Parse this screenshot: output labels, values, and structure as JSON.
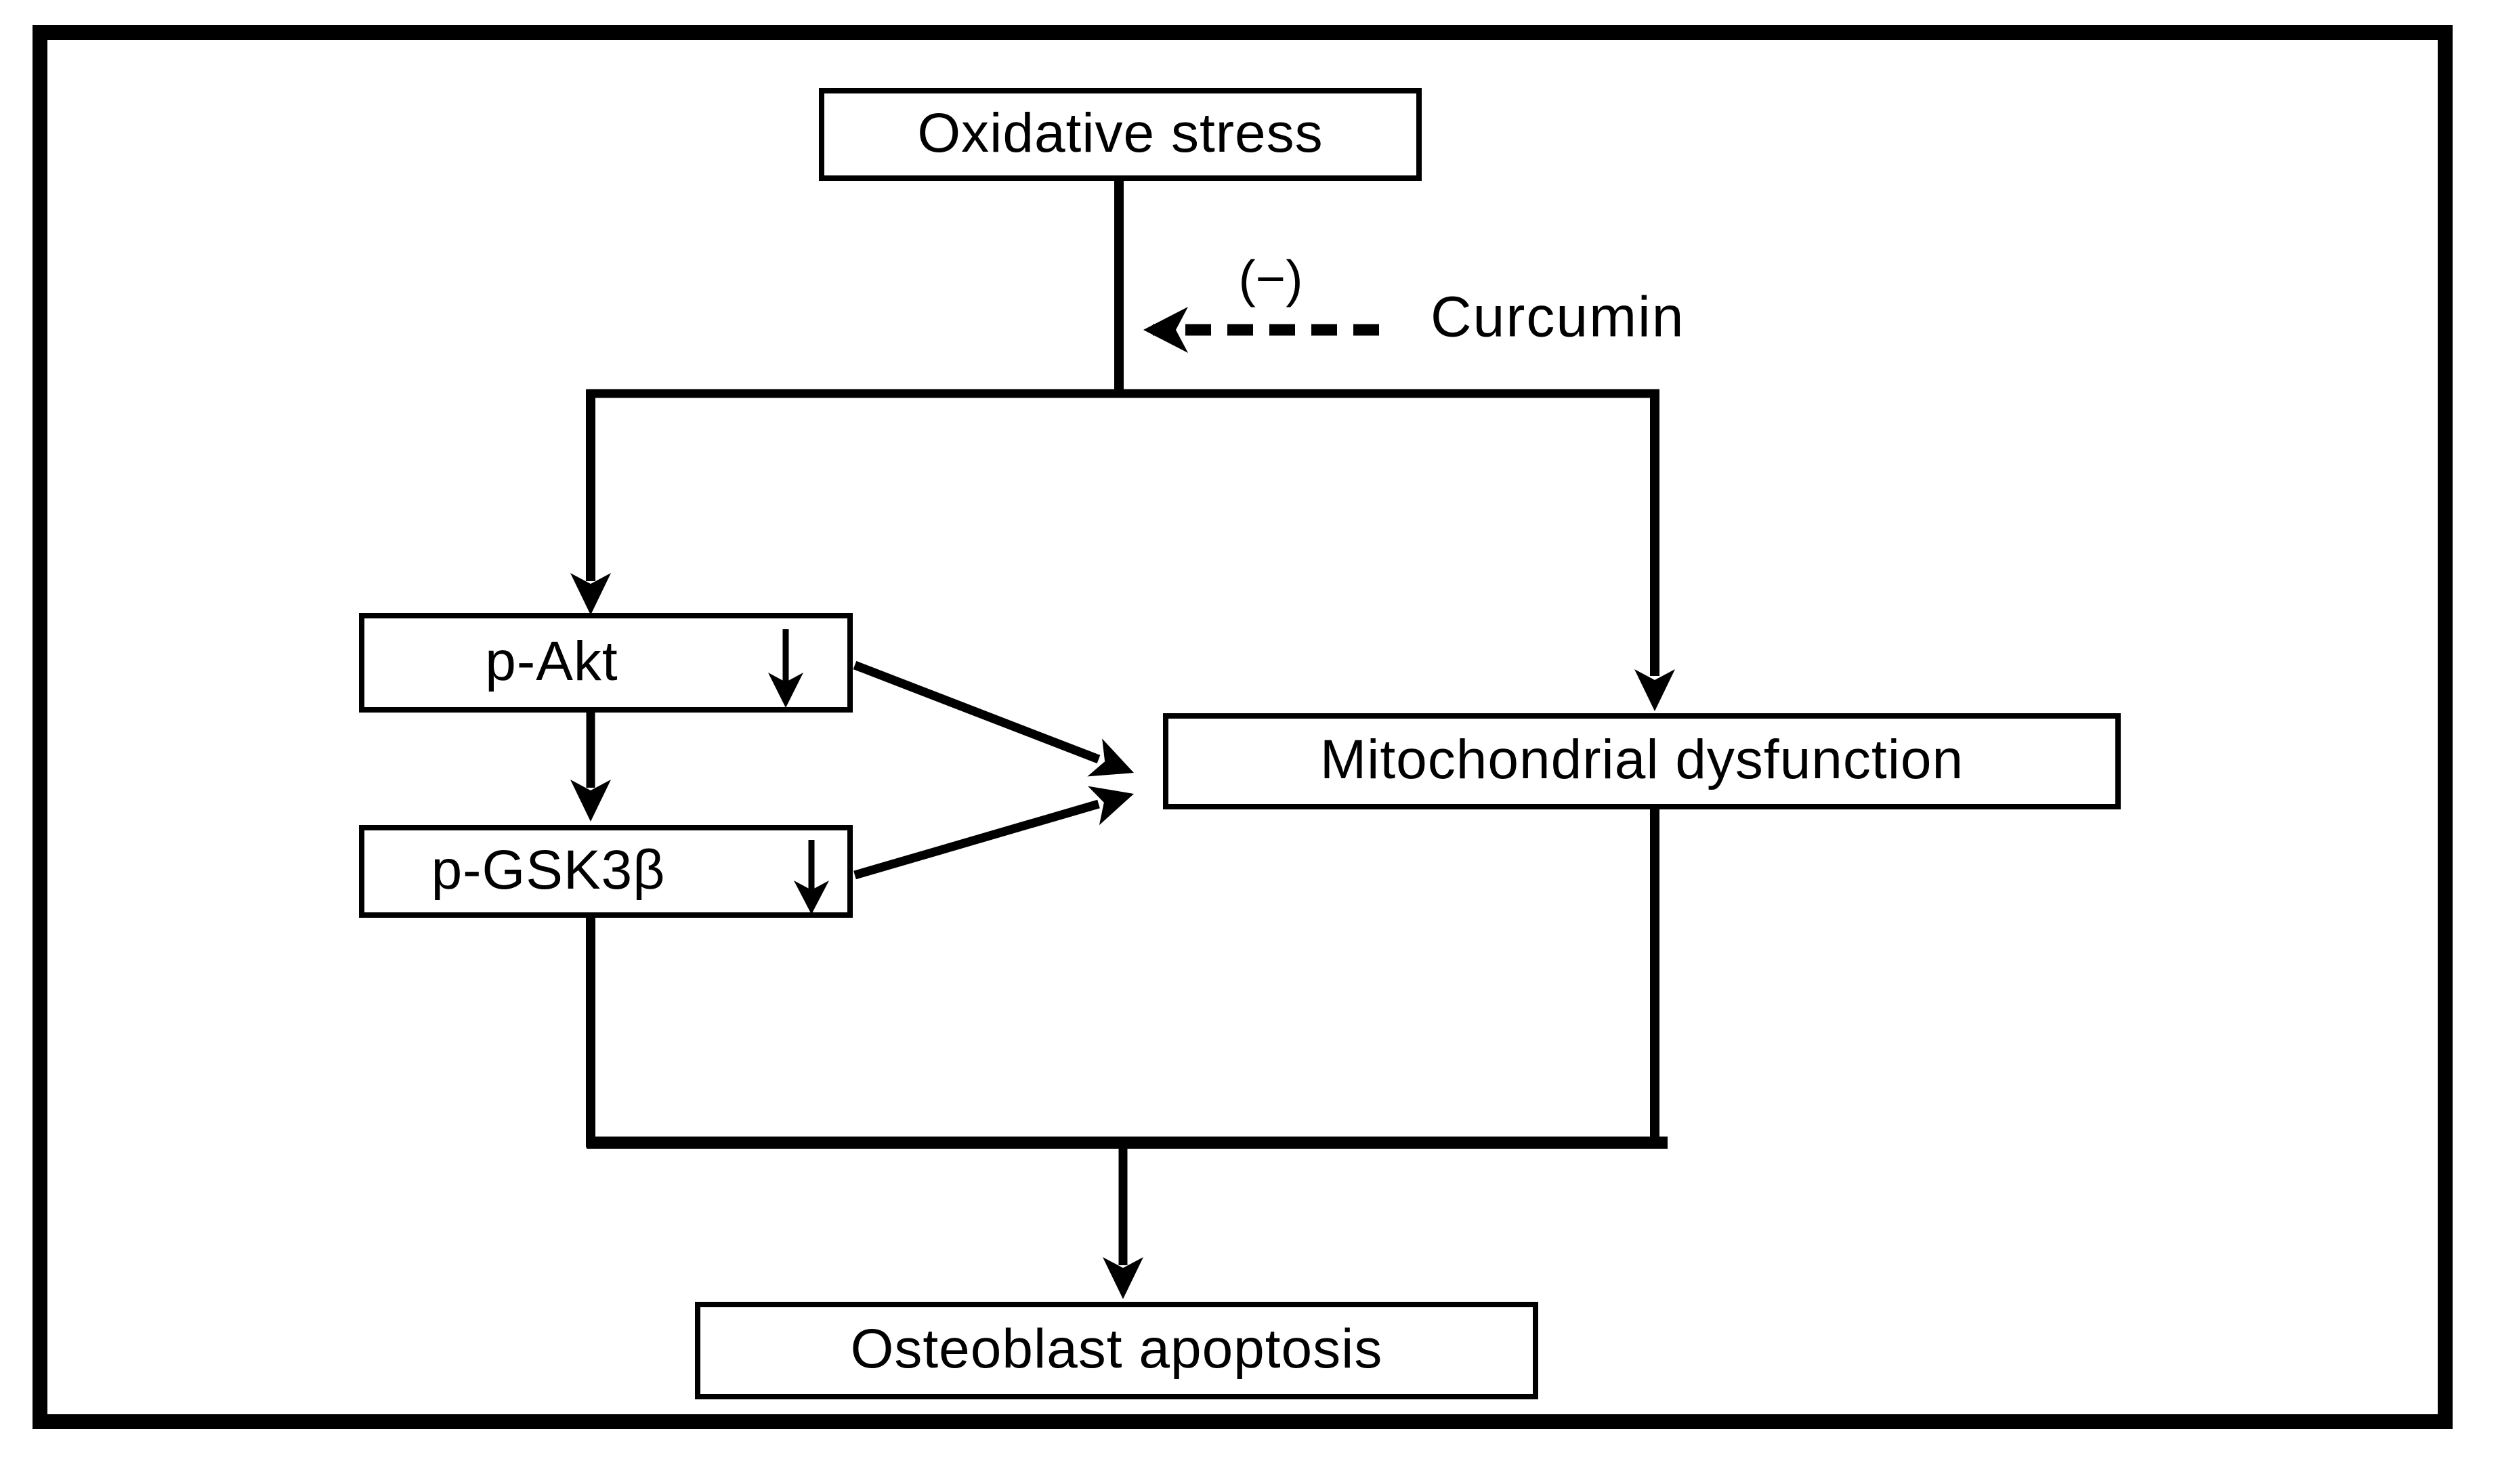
{
  "page": {
    "background_color": "#ffffff",
    "line_color": "#000000",
    "frame_color": "#000000"
  },
  "diagram": {
    "type": "pathway-flowchart",
    "nodes": [
      {
        "id": "oxidative-stress",
        "label": "Oxidative stress"
      },
      {
        "id": "p-akt",
        "label": "p-Akt",
        "decrease_icon": "down-arrow-icon"
      },
      {
        "id": "p-gsk3b",
        "label": "p-GSK3β",
        "decrease_icon": "down-arrow-icon"
      },
      {
        "id": "mitochondrial-dysfunction",
        "label": "Mitochondrial dysfunction"
      },
      {
        "id": "osteoblast-apoptosis",
        "label": "Osteoblast apoptosis"
      }
    ],
    "annotations": {
      "inhibition_sign": "(−)",
      "modulator_label": "Curcumin"
    },
    "edges": [
      {
        "from": "oxidative-stress",
        "to": "p-akt",
        "style": "solid",
        "arrow": true
      },
      {
        "from": "oxidative-stress",
        "to": "mitochondrial-dysfunction",
        "style": "solid",
        "arrow": true
      },
      {
        "from": "p-akt",
        "to": "p-gsk3b",
        "style": "solid",
        "arrow": true
      },
      {
        "from": "p-akt",
        "to": "mitochondrial-dysfunction",
        "style": "solid",
        "arrow": true
      },
      {
        "from": "p-gsk3b",
        "to": "mitochondrial-dysfunction",
        "style": "solid",
        "arrow": true
      },
      {
        "from": "p-gsk3b",
        "to": "osteoblast-apoptosis",
        "style": "solid",
        "arrow": true
      },
      {
        "from": "mitochondrial-dysfunction",
        "to": "osteoblast-apoptosis",
        "style": "solid",
        "arrow": true
      },
      {
        "from": "curcumin",
        "to": "oxidative-stress-pathway",
        "style": "dashed",
        "arrow": true,
        "effect": "(−) inhibition"
      }
    ]
  }
}
